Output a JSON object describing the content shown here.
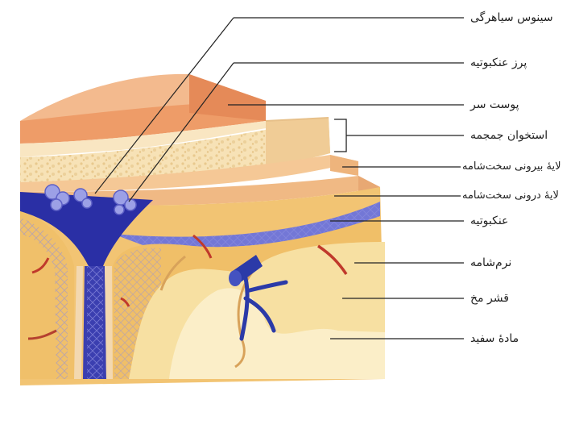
{
  "labels": {
    "superior_sagittal_sinus": "سینوس سیاهرگی",
    "arachnoid_granulation": "پرز عنکبوتیه",
    "scalp": "پوست سر",
    "skull": "استخوان جمجمه",
    "outer_dura": "لایهٔ بیرونی سخت‌شامه",
    "inner_dura": "لایهٔ درونی سخت‌شامه",
    "arachnoid": "عنکبوتیه",
    "pia": "نرم‌شامه",
    "cortex": "قشر مخ",
    "white_matter": "مادهٔ سفید"
  },
  "colors": {
    "scalp": "#f2a676",
    "bone": "#f7dfae",
    "dura": "#f2c08e",
    "sinus": "#2b2fa6",
    "arachnoid_mesh": "#8e8fe0",
    "cortex": "#f0c06a",
    "white_matter": "#f7e0a2",
    "vessel_red": "#c0392b"
  }
}
